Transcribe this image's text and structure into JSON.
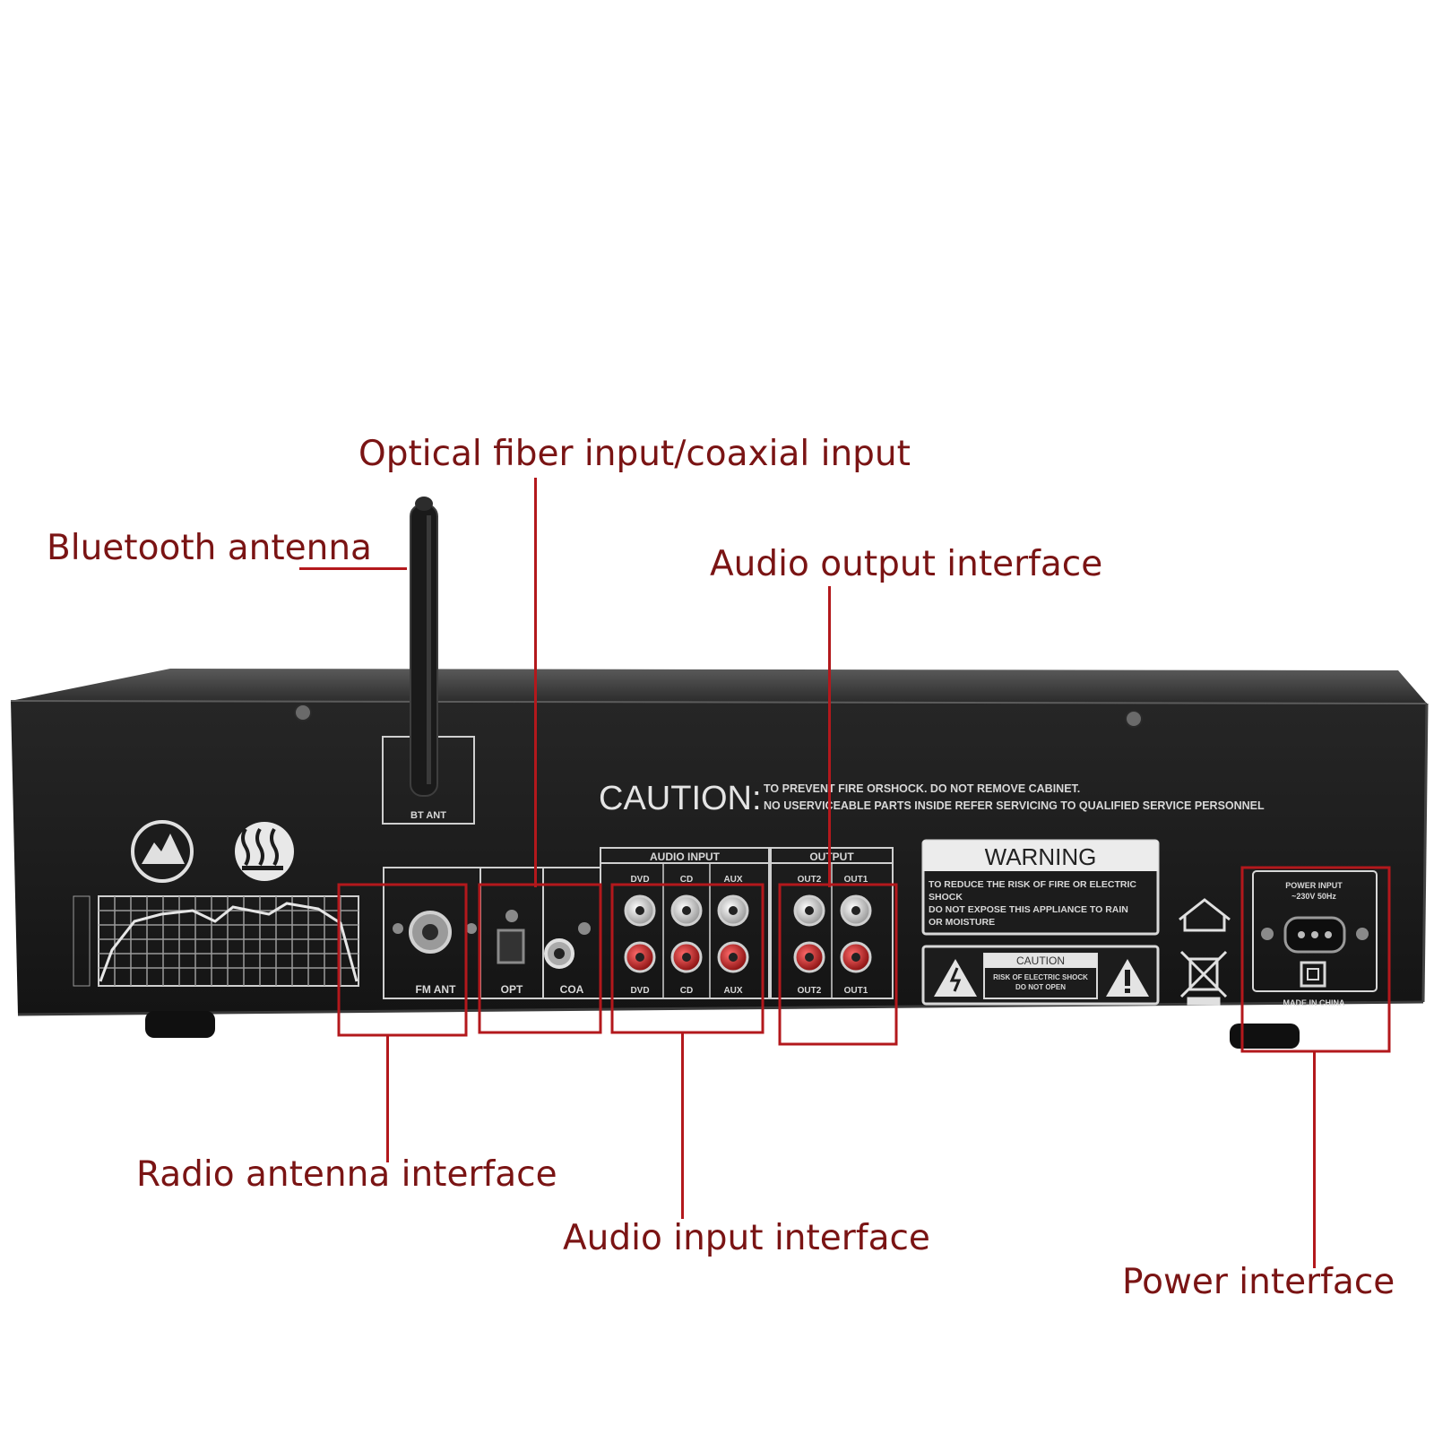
{
  "callouts": {
    "bluetooth_antenna": "Bluetooth antenna",
    "optical_coaxial": "Optical fiber input/coaxial input",
    "audio_output": "Audio output interface",
    "radio_antenna": "Radio antenna interface",
    "audio_input": "Audio input interface",
    "power": "Power interface"
  },
  "panel": {
    "caution_title": "CAUTION:",
    "caution_line1": "TO PREVENT FIRE ORSHOCK. DO NOT REMOVE CABINET.",
    "caution_line2": "NO USERVICEABLE PARTS INSIDE REFER SERVICING TO QUALIFIED SERVICE PERSONNEL",
    "bt_ant": "BT ANT",
    "fm_ant": "FM ANT",
    "opt": "OPT",
    "coa": "COA",
    "audio_input": "AUDIO INPUT",
    "output": "OUTPUT",
    "in_top": [
      "DVD",
      "CD",
      "AUX"
    ],
    "in_bottom": [
      "DVD",
      "CD",
      "AUX"
    ],
    "out_top": [
      "OUT2",
      "OUT1"
    ],
    "out_bottom": [
      "OUT2",
      "OUT1"
    ],
    "warning_title": "WARNING",
    "warning_line1": "TO REDUCE THE RISK OF FIRE OR ELECTRIC",
    "warning_line2": "SHOCK",
    "warning_line3": "DO NOT EXPOSE THIS APPLIANCE TO RAIN",
    "warning_line4": "OR MOISTURE",
    "caution_box_title": "CAUTION",
    "caution_box_line1": "RISK OF ELECTRIC SHOCK",
    "caution_box_line2": "DO NOT OPEN",
    "power_input": "POWER INPUT",
    "power_rating": "~230V 50Hz",
    "made_in": "MADE IN CHINA"
  },
  "colors": {
    "callout_text": "#7a1414",
    "leader_line": "#b3181c",
    "chassis": "#1c1c1c",
    "panel_print": "#d8d8d8"
  }
}
